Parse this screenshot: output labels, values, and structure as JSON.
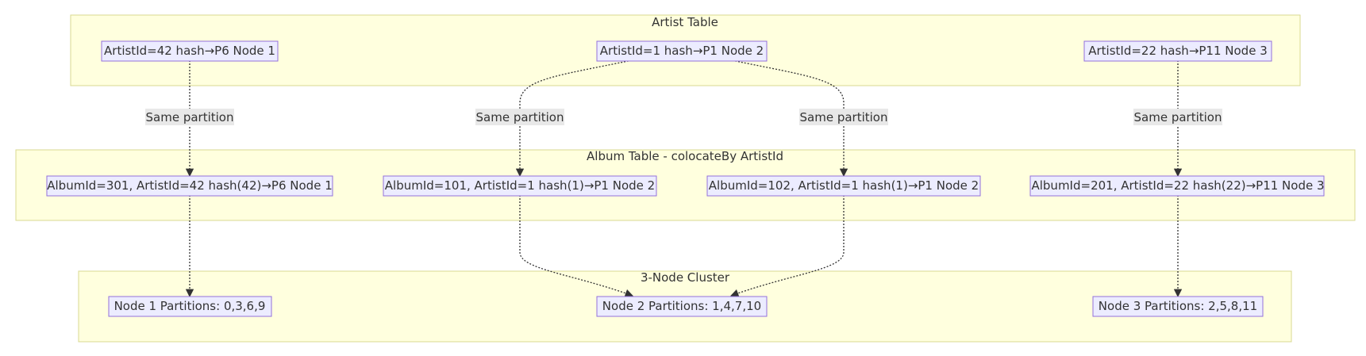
{
  "clusters": {
    "artist": {
      "title": "Artist Table"
    },
    "album": {
      "title": "Album Table - colocateBy ArtistId"
    },
    "cluster": {
      "title": "3-Node Cluster"
    }
  },
  "nodes": {
    "a42": "ArtistId=42 hash→P6 Node 1",
    "a1": "ArtistId=1 hash→P1 Node 2",
    "a22": "ArtistId=22 hash→P11 Node 3",
    "al301": "AlbumId=301, ArtistId=42 hash(42)→P6 Node 1",
    "al101": "AlbumId=101, ArtistId=1 hash(1)→P1 Node 2",
    "al102": "AlbumId=102, ArtistId=1 hash(1)→P1 Node 2",
    "al201": "AlbumId=201, ArtistId=22 hash(22)→P11 Node 3",
    "n1": "Node 1 Partitions: 0,3,6,9",
    "n2": "Node 2 Partitions: 1,4,7,10",
    "n3": "Node 3 Partitions: 2,5,8,11"
  },
  "edges": [
    {
      "from": "a42",
      "to": "al301",
      "label": "Same partition"
    },
    {
      "from": "a1",
      "to": "al101",
      "label": "Same partition"
    },
    {
      "from": "a1",
      "to": "al102",
      "label": "Same partition"
    },
    {
      "from": "a22",
      "to": "al201",
      "label": "Same partition"
    },
    {
      "from": "al301",
      "to": "n1",
      "label": ""
    },
    {
      "from": "al101",
      "to": "n2",
      "label": ""
    },
    {
      "from": "al102",
      "to": "n2",
      "label": ""
    },
    {
      "from": "al201",
      "to": "n3",
      "label": ""
    }
  ],
  "colors": {
    "cluster_fill": "#ffffde",
    "cluster_stroke": "#d8d890",
    "node_fill": "#ececff",
    "node_stroke": "#9370db",
    "edge": "#333333",
    "label_bg": "#e8e8e8"
  }
}
